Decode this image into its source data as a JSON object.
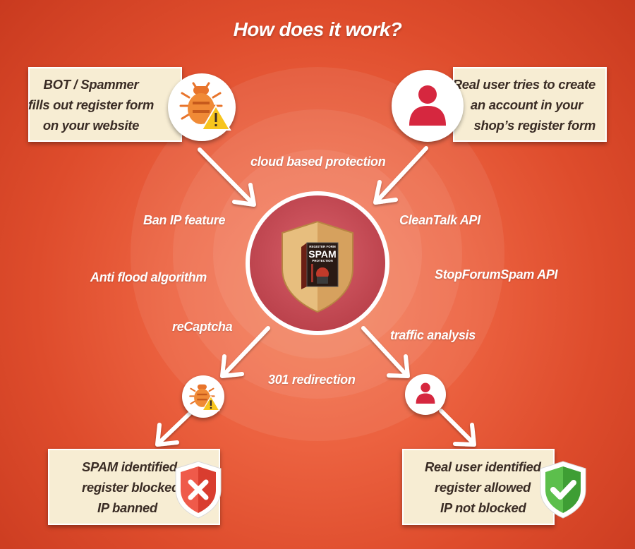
{
  "title": "How does it work?",
  "top_left_box": {
    "lines": [
      "BOT / Spammer",
      "fills out register form",
      "on your website"
    ]
  },
  "top_right_box": {
    "lines": [
      "Real user tries to create",
      "an account in your",
      "shop’s register form"
    ]
  },
  "features": {
    "cloud": "cloud based protection",
    "ban_ip": "Ban IP feature",
    "cleantalk": "CleanTalk API",
    "anti_flood": "Anti flood algorithm",
    "stopforumspam": "StopForumSpam API",
    "recaptcha": "reCaptcha",
    "traffic": "traffic analysis",
    "redirection": "301 redirection"
  },
  "center_product": {
    "label_top": "REGISTER FORM",
    "label_main": "SPAM",
    "label_sub": "PROTECTION"
  },
  "bottom_left_box": {
    "lines": [
      "SPAM identified",
      "register blocked",
      "IP banned"
    ]
  },
  "bottom_right_box": {
    "lines": [
      "Real user identified",
      "register allowed",
      "IP not blocked"
    ]
  },
  "colors": {
    "background": "#e2542f",
    "box_fill": "#f7edd3",
    "box_text": "#3a2c25",
    "user_icon": "#d6273f",
    "bug_icon": "#e8742b",
    "warning": "#f7c51e",
    "shield_red": "#e94b3c",
    "shield_green": "#4caf50"
  }
}
